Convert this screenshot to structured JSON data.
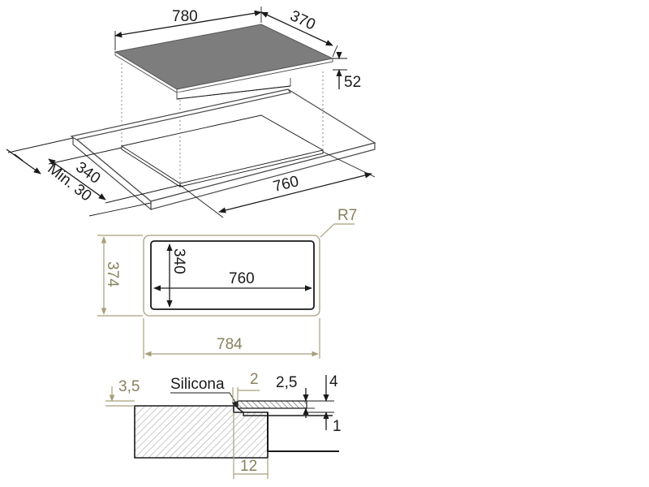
{
  "isometric": {
    "hob_width": "780",
    "hob_depth": "370",
    "hob_height": "52",
    "cutout_width": "760",
    "cutout_depth": "340",
    "min_edge": "Min. 30"
  },
  "cutout_plan": {
    "corner_radius": "R7",
    "inner_depth": "340",
    "inner_width": "760",
    "outer_depth": "374",
    "outer_width": "784"
  },
  "section": {
    "gap_left": "3,5",
    "sealant_label": "Silicona",
    "gap_top": "2",
    "glass": "2,5",
    "right_top": "4",
    "right_bottom": "1",
    "rebate_width": "12"
  },
  "colors": {
    "hob_surface": "#7d7d7d",
    "dimension_tan": "#a89f7c",
    "dimension_black": "#1a1a1a"
  }
}
